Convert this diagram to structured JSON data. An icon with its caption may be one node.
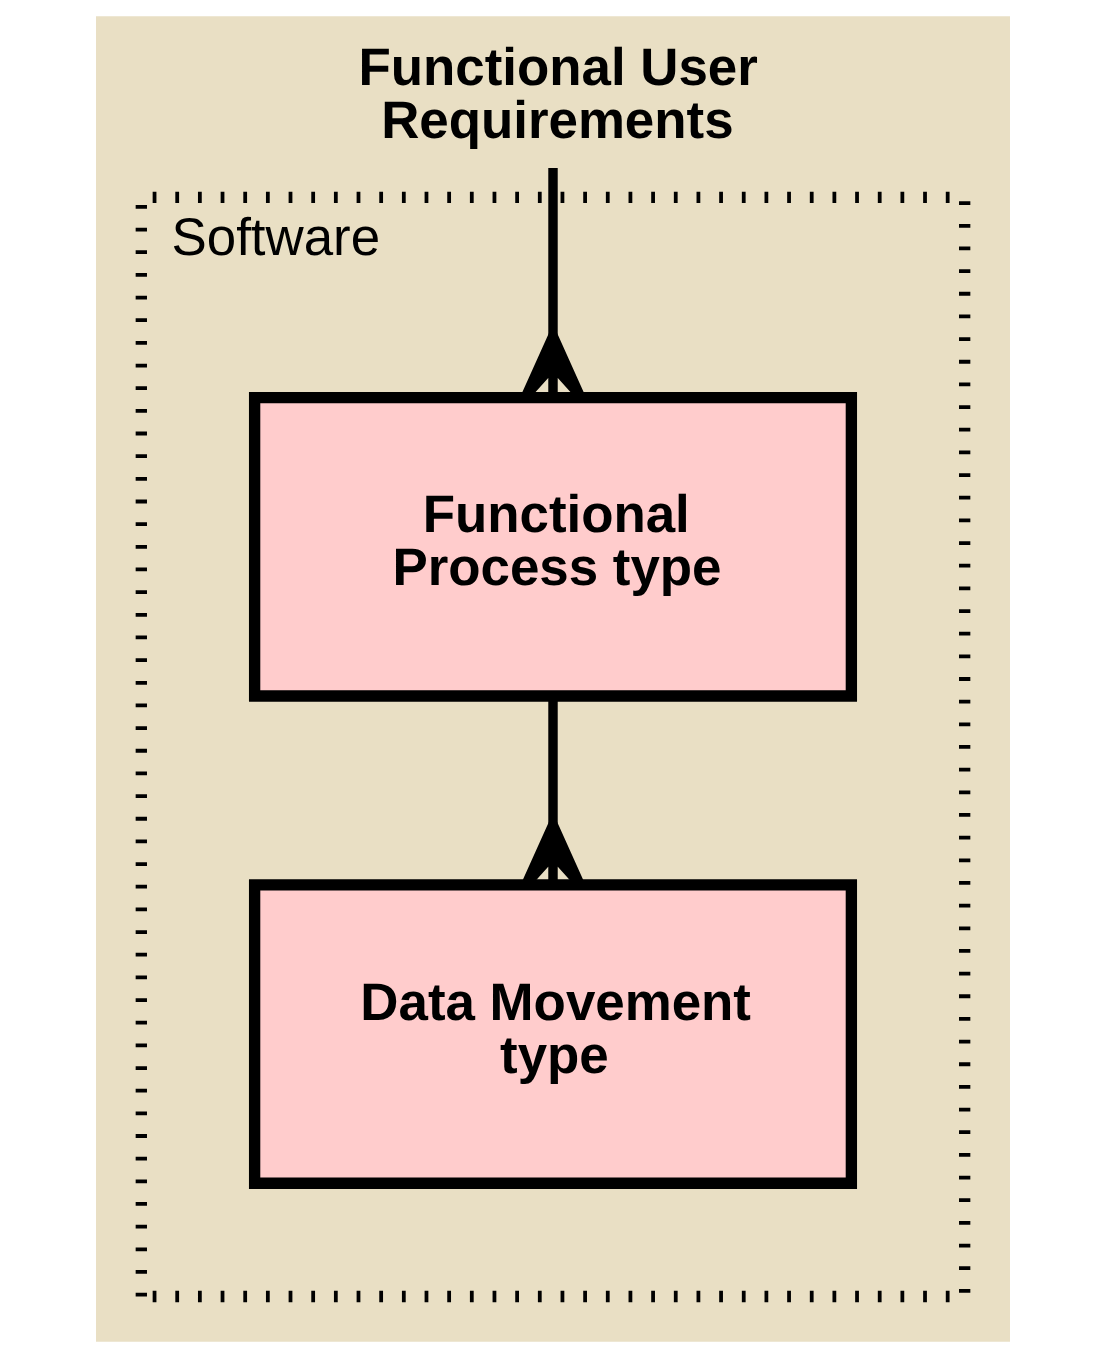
{
  "diagram": {
    "nodes": [
      {
        "text": [
          "Functional User Requirements"
        ]
      },
      {
        "text": [
          "Software"
        ]
      },
      {
        "text": [
          "Functional Process type"
        ],
        "in": 1
      },
      {
        "text": [
          "Data Movement type"
        ],
        "in": 1
      }
    ],
    "edges": [
      {
        "from": 0,
        "to": 2,
        "arrow": "other"
      },
      {
        "from": 2,
        "to": 3,
        "arrow": "other"
      }
    ]
  }
}
